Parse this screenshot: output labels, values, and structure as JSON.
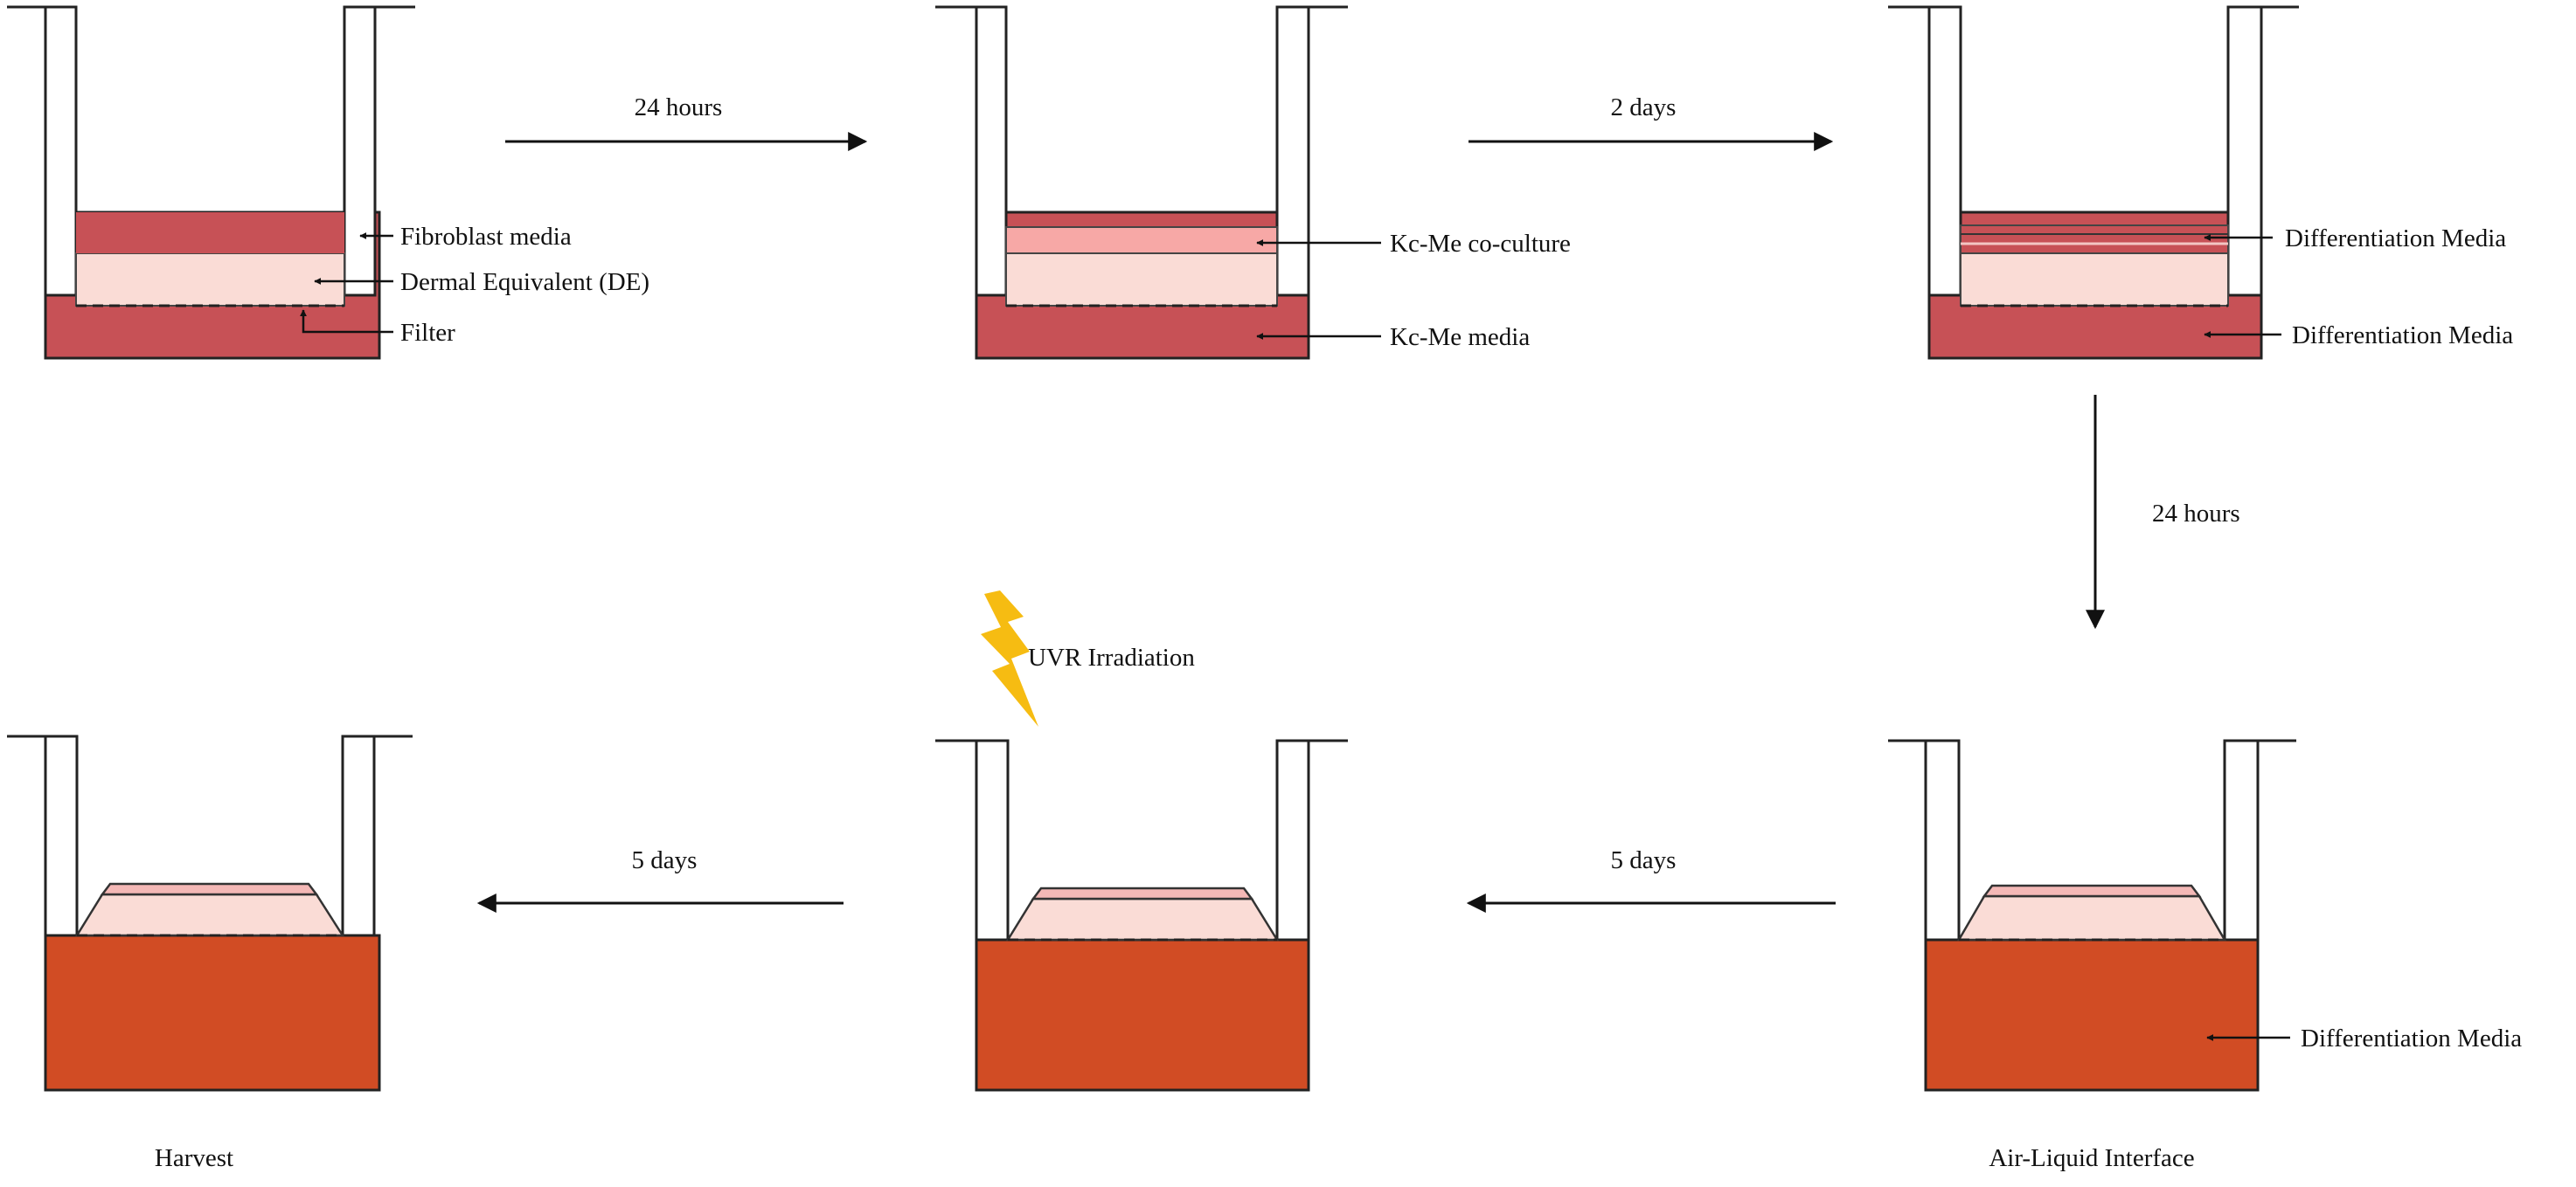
{
  "colors": {
    "media_dark": "#c75156",
    "de_light": "#fadcd6",
    "coculture": "#f7a8a6",
    "epidermis_top": "#f4b8b6",
    "media_ali": "#d14c24",
    "lightning": "#f6bc12",
    "line": "#222222"
  },
  "steps": {
    "step1": {
      "labels": {
        "fibroblast_media": "Fibroblast media",
        "dermal_equivalent": "Dermal Equivalent (DE)",
        "filter": "Filter"
      }
    },
    "step2": {
      "labels": {
        "coculture": "Kc-Me co-culture",
        "media": "Kc-Me media"
      }
    },
    "step3": {
      "labels": {
        "upper_media": "Differentiation Media",
        "lower_media": "Differentiation Media"
      }
    },
    "step4": {
      "caption": "Air-Liquid Interface",
      "labels": {
        "media": "Differentiation Media"
      }
    },
    "step5": {
      "annotation": "UVR Irradiation"
    },
    "step6": {
      "caption": "Harvest"
    }
  },
  "transitions": {
    "t1": "24 hours",
    "t2": "2 days",
    "t3": "24 hours",
    "t4": "5 days",
    "t5": "5 days"
  }
}
